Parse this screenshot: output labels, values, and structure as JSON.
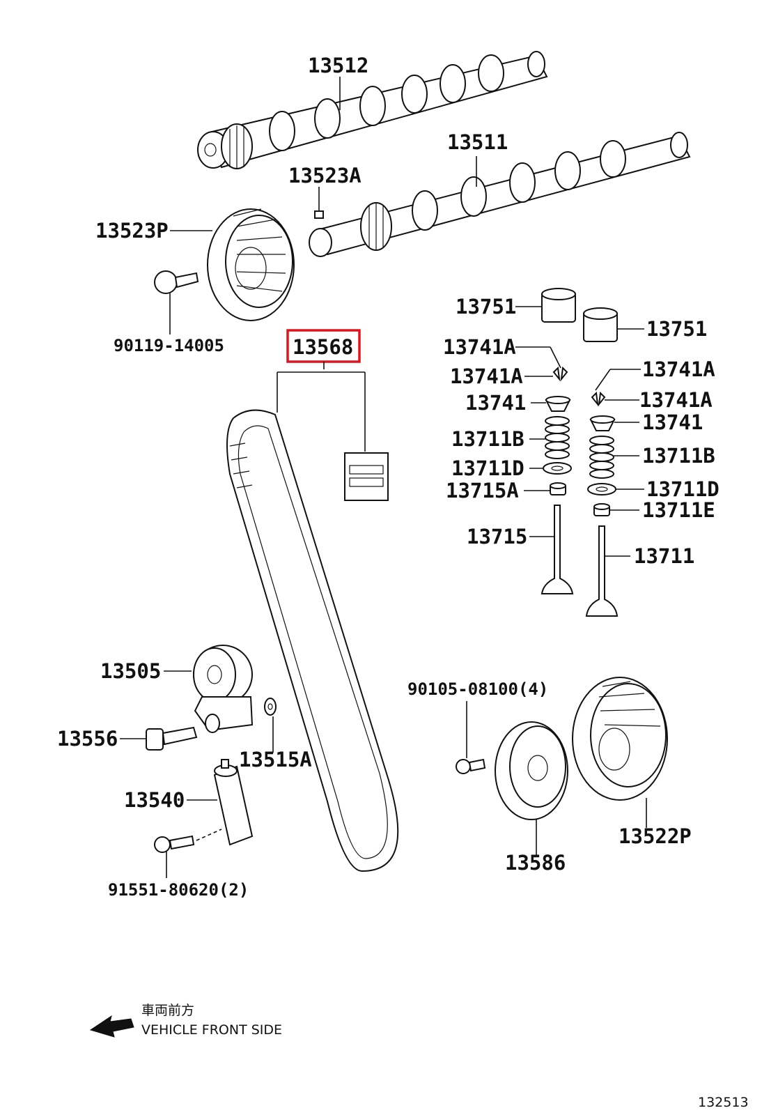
{
  "labels": {
    "p13512": "13512",
    "p13511": "13511",
    "p13523A": "13523A",
    "p13523P": "13523P",
    "p90119": "90119-14005",
    "p13568": "13568",
    "p13751a": "13751",
    "p13751b": "13751",
    "p13741A_1": "13741A",
    "p13741A_2": "13741A",
    "p13741A_3": "13741A",
    "p13741A_4": "13741A",
    "p13741a": "13741",
    "p13741b": "13741",
    "p13711B_1": "13711B",
    "p13711B_2": "13711B",
    "p13711D_1": "13711D",
    "p13711D_2": "13711D",
    "p13715A": "13715A",
    "p13711E": "13711E",
    "p13715": "13715",
    "p13711": "13711",
    "p13505": "13505",
    "p13556": "13556",
    "p13515A": "13515A",
    "p13540": "13540",
    "p91551": "91551-80620(2)",
    "p90105": "90105-08100(4)",
    "p13586": "13586",
    "p13522P": "13522P"
  },
  "direction_note": {
    "jp": "車両前方",
    "en": "VEHICLE FRONT SIDE"
  },
  "diagram_id": "132513",
  "highlight_color": "#e0141e"
}
